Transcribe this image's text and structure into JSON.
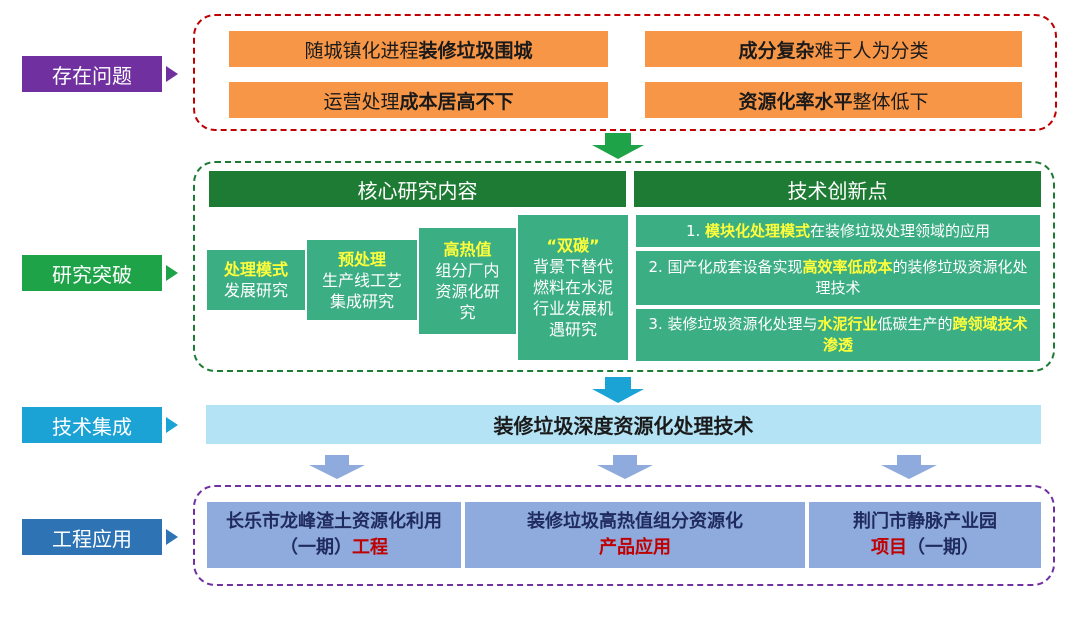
{
  "sections": {
    "problems": {
      "label": "存在问题",
      "color": "#7030a0"
    },
    "research": {
      "label": "研究突破",
      "color": "#1ea348"
    },
    "integration": {
      "label": "技术集成",
      "color": "#1ba3d6"
    },
    "application": {
      "label": "工程应用",
      "color": "#2e74b5"
    }
  },
  "problems": {
    "p1": {
      "normal": "随城镇化进程",
      "bold": "装修垃圾围城"
    },
    "p2": {
      "bold": "成分复杂",
      "normal": "难于人为分类"
    },
    "p3": {
      "normal": "运营处理",
      "bold": "成本居高不下"
    },
    "p4": {
      "bold": "资源化率水平",
      "normal": "整体低下"
    }
  },
  "research": {
    "core_title": "核心研究内容",
    "innovation_title": "技术创新点",
    "steps": [
      {
        "highlight": "处理模式",
        "rest": "发展研究"
      },
      {
        "highlight": "预处理",
        "rest": "生产线工艺集成研究"
      },
      {
        "highlight": "高热值",
        "rest": "组分厂内资源化研究"
      },
      {
        "highlight": "“双碳”",
        "rest": "背景下替代燃料在水泥行业发展机遇研究"
      }
    ],
    "innovations": [
      {
        "pre": "1. ",
        "hl": "模块化处理模式",
        "post": "在装修垃圾处理领域的应用",
        "hl2": "",
        "post2": ""
      },
      {
        "pre": "2. 国产化成套设备实现",
        "hl": "高效率低成本",
        "post": "的装修垃圾资源化处理技术",
        "hl2": "",
        "post2": ""
      },
      {
        "pre": "3. 装修垃圾资源化处理与",
        "hl": "水泥行业",
        "post": "低碳生产的",
        "hl2": "跨领域技术渗透",
        "post2": ""
      }
    ]
  },
  "integration": {
    "text": "装修垃圾深度资源化处理技术"
  },
  "applications": [
    {
      "main": "长乐市龙峰渣土资源化利用（一期）",
      "red": "工程",
      "tail": ""
    },
    {
      "main": "装修垃圾高热值组分资源化",
      "red": "产品应用",
      "tail": ""
    },
    {
      "main": "荆门市静脉产业园",
      "red": "项目",
      "tail": "（一期）"
    }
  ],
  "colors": {
    "orange": "#f79646",
    "dark_green": "#1e7b34",
    "teal": "#3cae84",
    "light_blue": "#b4e3f5",
    "app_blue": "#8faadc",
    "highlight": "#ffff3a",
    "red_text": "#c00000"
  }
}
